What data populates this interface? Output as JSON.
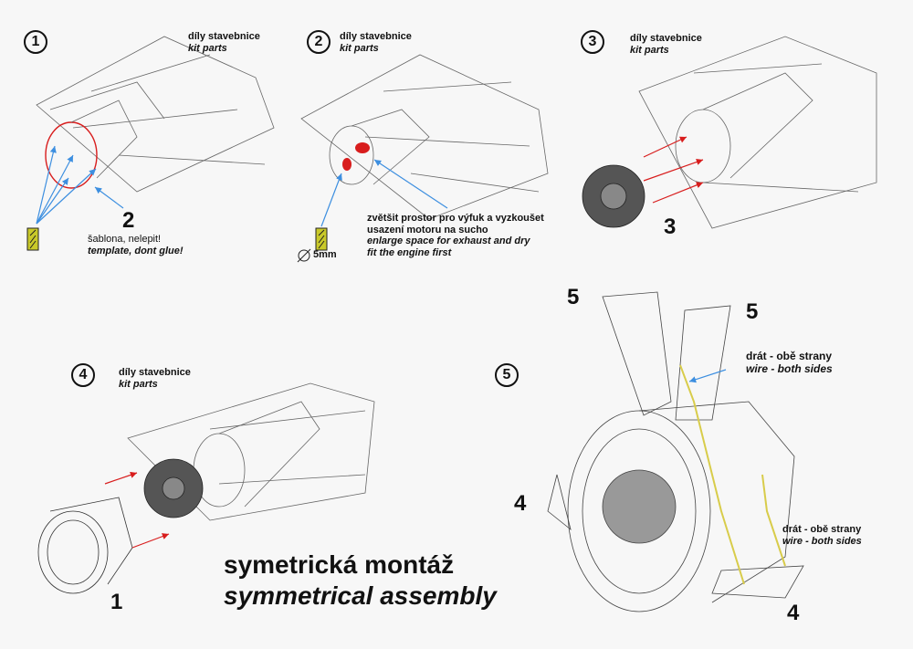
{
  "steps": [
    {
      "num": "1",
      "kit_cz": "díly stavebnice",
      "kit_en": "kit parts",
      "part_label": "2",
      "note_cz": "šablona, nelepit!",
      "note_en": "template, dont glue!"
    },
    {
      "num": "2",
      "kit_cz": "díly stavebnice",
      "kit_en": "kit parts",
      "drill_size": "5mm",
      "note_cz_1": "zvětšit prostor pro výfuk a vyzkoušet",
      "note_cz_2": "usazení motoru na sucho",
      "note_en_1": "enlarge space for exhaust and dry",
      "note_en_2": "fit the engine first"
    },
    {
      "num": "3",
      "kit_cz": "díly stavebnice",
      "kit_en": "kit parts",
      "part_label": "3"
    },
    {
      "num": "4",
      "kit_cz": "díly stavebnice",
      "kit_en": "kit parts",
      "part_label": "1"
    },
    {
      "num": "5",
      "part_5a": "5",
      "part_5b": "5",
      "part_4a": "4",
      "part_4b": "4",
      "wire_cz": "drát - obě strany",
      "wire_en": "wire - both sides"
    }
  ],
  "footer": {
    "title_cz": "symetrická montáž",
    "title_en": "symmetrical assembly"
  },
  "colors": {
    "highlight_red": "#d81d1d",
    "arrow_blue": "#3d8fe0",
    "drill_yellow": "#c9c92a",
    "wire_yellow": "#d8cc4a"
  },
  "icons": [
    "drill-bit-icon",
    "diameter-icon"
  ]
}
